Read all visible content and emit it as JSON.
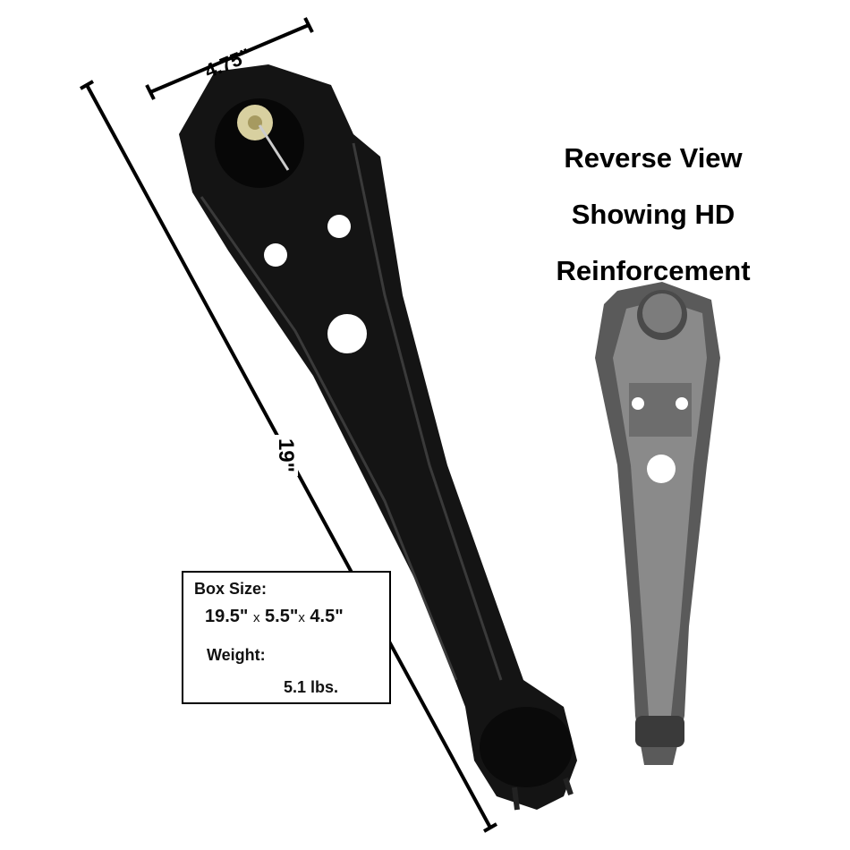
{
  "dimensions": {
    "width": "4.75\"",
    "length": "19\""
  },
  "caption": {
    "line1": "Reverse View",
    "line2": "Showing HD",
    "line3": "Reinforcement"
  },
  "info_box": {
    "box_size_label": "Box Size:",
    "box_dim_1": "19.5\"",
    "box_dim_2": "5.5\"",
    "box_dim_3": "4.5\"",
    "separator": "x",
    "weight_label": "Weight:",
    "weight_value": "5.1 lbs."
  },
  "colors": {
    "arm": "#141414",
    "reverse_arm": "#5a5a5a",
    "background": "#ffffff"
  }
}
